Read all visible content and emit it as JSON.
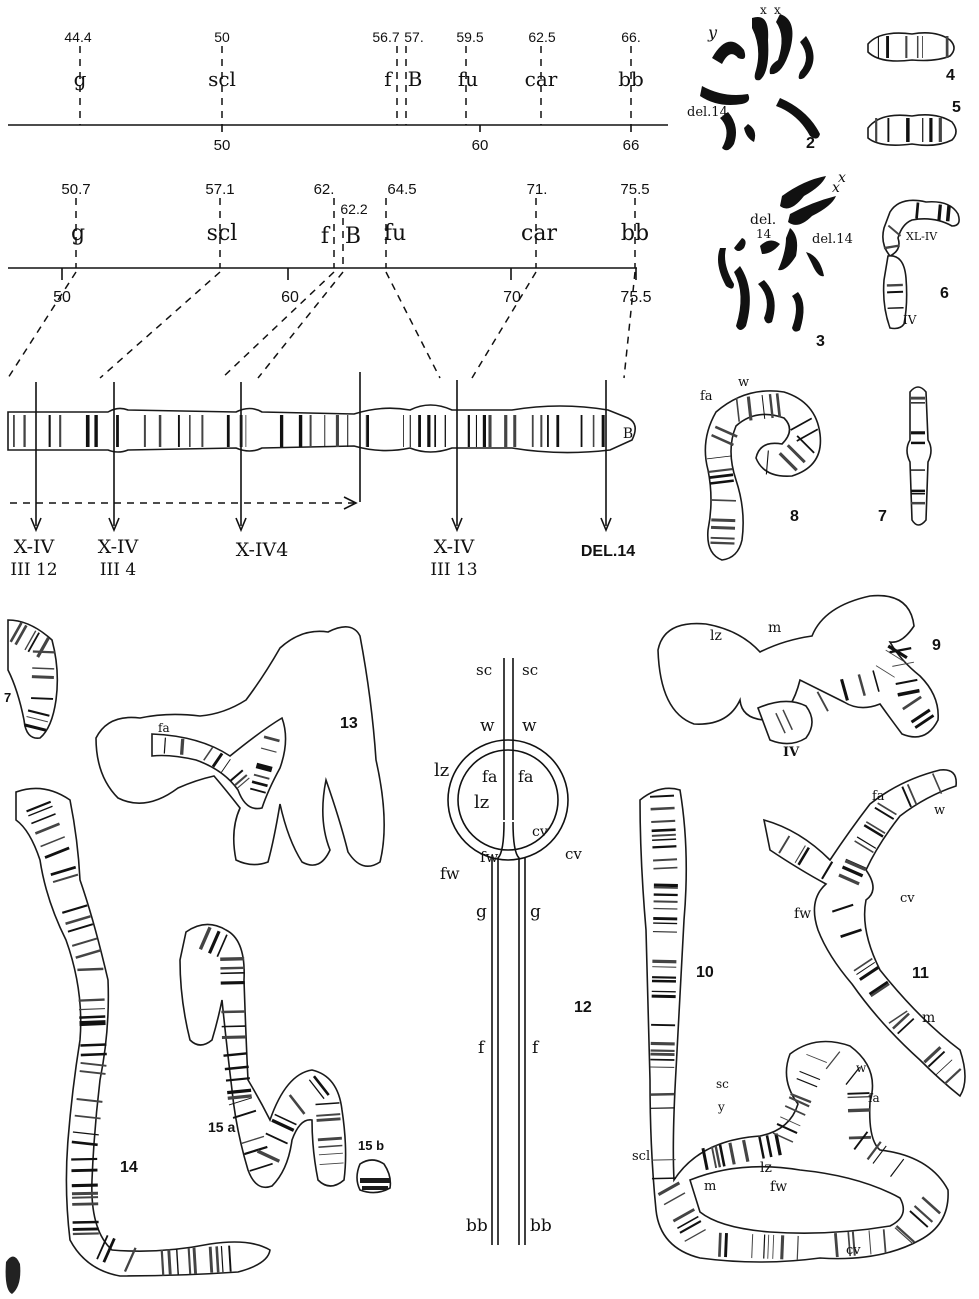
{
  "map1": {
    "loci": [
      {
        "pos": "44.4",
        "gene": "g"
      },
      {
        "pos": "50",
        "gene": "scl"
      },
      {
        "pos": "56.7",
        "gene": "f"
      },
      {
        "pos": "57.",
        "gene": "B"
      },
      {
        "pos": "59.5",
        "gene": "fu"
      },
      {
        "pos": "62.5",
        "gene": "car"
      },
      {
        "pos": "66.",
        "gene": "bb"
      }
    ],
    "scale": [
      "50",
      "60",
      "66"
    ]
  },
  "map2": {
    "loci": [
      {
        "pos": "50.7",
        "gene": "g"
      },
      {
        "pos": "57.1",
        "gene": "scl"
      },
      {
        "pos": "62.",
        "gene": "f"
      },
      {
        "pos": "62.2",
        "gene": "B"
      },
      {
        "pos": "64.5",
        "gene": "fu"
      },
      {
        "pos": "71.",
        "gene": "car"
      },
      {
        "pos": "75.5",
        "gene": "bb"
      }
    ],
    "scale": [
      "50",
      "60",
      "70",
      "75.5"
    ]
  },
  "breakpoints": [
    {
      "line1": "X-IV",
      "line2": "III 12"
    },
    {
      "line1": "X-IV",
      "line2": "III 4"
    },
    {
      "line1": "X-IV4",
      "line2": ""
    },
    {
      "line1": "X-IV",
      "line2": "III 13"
    },
    {
      "line1": "DEL.14",
      "line2": ""
    }
  ],
  "chromosome_end_label": "B",
  "figures": {
    "fig2": {
      "number": "2",
      "labels": [
        "y",
        "x",
        "x",
        "del.14"
      ]
    },
    "fig3": {
      "number": "3",
      "labels": [
        "del.",
        "14",
        "x",
        "x",
        "del.14"
      ]
    },
    "fig4": {
      "number": "4"
    },
    "fig5": {
      "number": "5"
    },
    "fig6": {
      "number": "6",
      "labels": [
        "XL-IV",
        "IV"
      ]
    },
    "fig7": {
      "number": "7"
    },
    "fig8": {
      "number": "8",
      "labels": [
        "fa",
        "w"
      ]
    },
    "fig9": {
      "number": "9",
      "labels": [
        "lz",
        "m",
        "IV"
      ]
    },
    "fig10": {
      "number": "10",
      "labels": [
        "sc",
        "y",
        "w",
        "fa",
        "scl",
        "lz",
        "m",
        "fw",
        "cv"
      ]
    },
    "fig11": {
      "number": "11",
      "labels": [
        "fa",
        "w",
        "cv",
        "fw",
        "m"
      ]
    },
    "fig12": {
      "number": "12",
      "labels": [
        "sc",
        "sc",
        "w",
        "w",
        "lz",
        "fa",
        "fa",
        "lz",
        "cv",
        "fw",
        "cv",
        "fw",
        "g",
        "g",
        "f",
        "f",
        "bb",
        "bb"
      ]
    },
    "fig13": {
      "number": "13",
      "labels": [
        "fa"
      ]
    },
    "fig14": {
      "number": "14"
    },
    "fig15a": {
      "number": "15 a"
    },
    "fig15b": {
      "number": "15 b"
    },
    "fig_partial": {
      "number": "7"
    }
  }
}
